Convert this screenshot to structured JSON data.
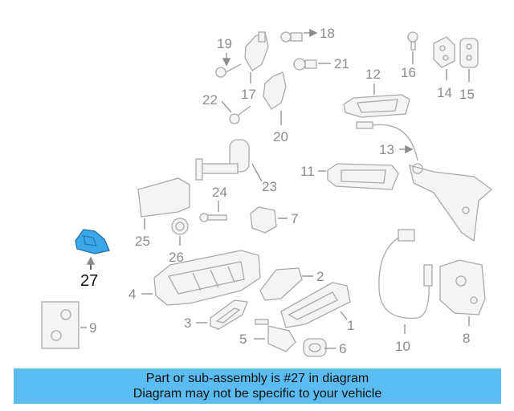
{
  "colors": {
    "highlight_part": "#3aa7e8",
    "banner_background": "#5bbcf2",
    "line_art": "#a9a9a9",
    "label_grey": "#8c8c8c"
  },
  "diagram": {
    "highlighted_part": "27",
    "labels": [
      "1",
      "2",
      "3",
      "4",
      "5",
      "6",
      "7",
      "8",
      "9",
      "10",
      "11",
      "12",
      "13",
      "14",
      "15",
      "16",
      "17",
      "18",
      "19",
      "20",
      "21",
      "22",
      "23",
      "24",
      "25",
      "26",
      "27"
    ]
  },
  "banner": {
    "line1": "Part or sub-assembly is #27 in diagram",
    "line2": "Diagram may not be specific to your vehicle"
  }
}
